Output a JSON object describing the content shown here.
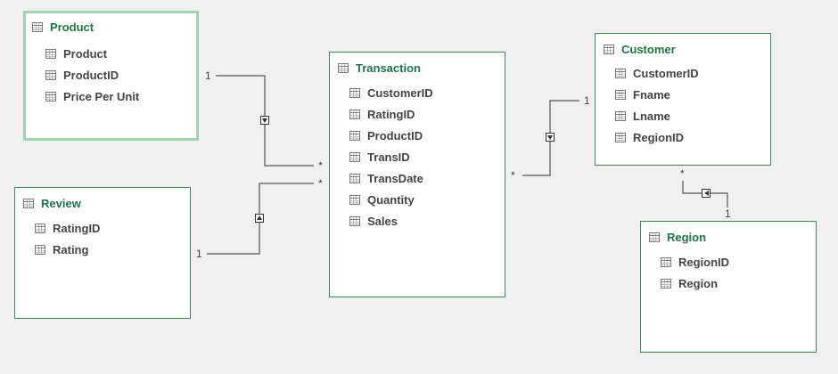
{
  "tables": {
    "product": {
      "title": "Product",
      "fields": [
        "Product",
        "ProductID",
        "Price Per Unit"
      ]
    },
    "review": {
      "title": "Review",
      "fields": [
        "RatingID",
        "Rating"
      ]
    },
    "transaction": {
      "title": "Transaction",
      "fields": [
        "CustomerID",
        "RatingID",
        "ProductID",
        "TransID",
        "TransDate",
        "Quantity",
        "Sales"
      ]
    },
    "customer": {
      "title": "Customer",
      "fields": [
        "CustomerID",
        "Fname",
        "Lname",
        "RegionID"
      ]
    },
    "region": {
      "title": "Region",
      "fields": [
        "RegionID",
        "Region"
      ]
    }
  },
  "relationships": {
    "product_transaction": {
      "one": "1",
      "many": "*"
    },
    "review_transaction": {
      "one": "1",
      "many": "*"
    },
    "customer_transaction": {
      "one": "1",
      "many": "*"
    },
    "region_customer": {
      "one": "1",
      "many": "*"
    }
  },
  "colors": {
    "header": "#217346",
    "border": "#3e8a5a",
    "selected_border": "#9fd6b1",
    "line": "#555555"
  },
  "icons": {
    "table": "table-icon",
    "field": "column-icon",
    "filter_direction": "arrow-icon"
  }
}
